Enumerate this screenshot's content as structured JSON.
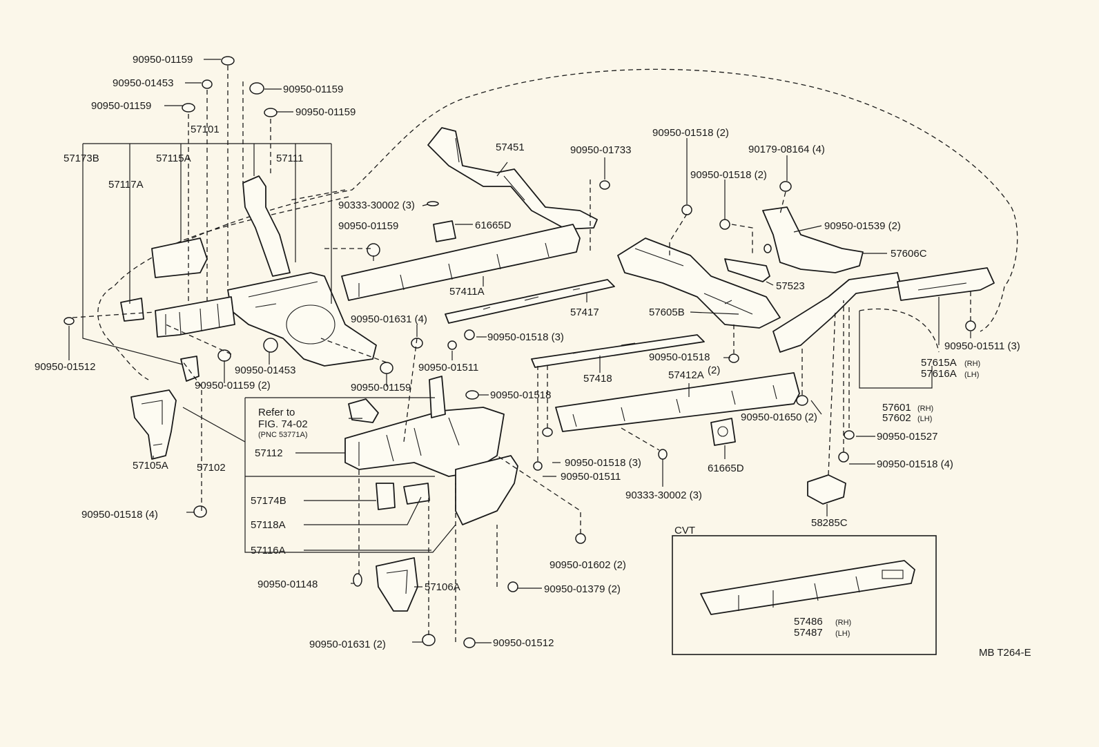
{
  "labels": {
    "p_57101": "57101",
    "p_57173b": "57173B",
    "p_57115a": "57115A",
    "p_57111": "57111",
    "p_57117a": "57117A",
    "p_57105a": "57105A",
    "p_57102": "57102",
    "p_57112": "57112",
    "p_57174b": "57174B",
    "p_57118a": "57118A",
    "p_57116a": "57116A",
    "p_57106a": "57106A",
    "p_57451": "57451",
    "p_57411a": "57411A",
    "p_61665d_1": "61665D",
    "p_57417": "57417",
    "p_57418": "57418",
    "p_57412a": "57412A",
    "p_61665d_2": "61665D",
    "p_57605b": "57605B",
    "p_57606c": "57606C",
    "p_57523": "57523",
    "p_57615a": "57615A",
    "p_57616a": "57616A",
    "p_57601": "57601",
    "p_57602": "57602",
    "p_58285c": "58285C",
    "p_57486": "57486",
    "p_57487": "57487",
    "rh_1": "(RH)",
    "lh_1": "(LH)",
    "rh_2": "(RH)",
    "lh_2": "(LH)",
    "rh_3": "(RH)",
    "lh_3": "(LH)",
    "c_01159_a": "90950-01159",
    "c_01453_a": "90950-01453",
    "c_01159_b": "90950-01159",
    "c_01159_c": "90950-01159",
    "c_01159_d": "90950-01159",
    "c_01512_a": "90950-01512",
    "c_01159_e": "90950-01159 (2)",
    "c_01453_b": "90950-01453",
    "c_01159_f": "90950-01159",
    "c_01518_a": "90950-01518 (4)",
    "c_01518_b": "90950-01518",
    "c_01148": "90950-01148",
    "c_01631_a": "90950-01631 (2)",
    "c_01512_b": "90950-01512",
    "c_01379": "90950-01379 (2)",
    "c_01602": "90950-01602 (2)",
    "c_30002_a": "90333-30002 (3)",
    "c_01159_g": "90950-01159",
    "c_01631_b": "90950-01631 (4)",
    "c_01518_c": "90950-01518 (3)",
    "c_01511_a": "90950-01511",
    "c_01733": "90950-01733",
    "c_01518_d": "90950-01518 (2)",
    "c_08164": "90179-08164 (4)",
    "c_01518_e": "90950-01518 (2)",
    "c_01539": "90950-01539 (2)",
    "c_01518_f": "90950-01518",
    "c_01518_f_qty": "(2)",
    "c_01518_g": "90950-01518 (3)",
    "c_01511_b": "90950-01511",
    "c_30002_b": "90333-30002 (3)",
    "c_01650": "90950-01650 (2)",
    "c_01511_c": "90950-01511 (3)",
    "c_01527": "90950-01527",
    "c_01518_h": "90950-01518 (4)",
    "refer_line1": "Refer to",
    "refer_line2": "FIG. 74-02",
    "refer_line3": "(PNC 53771A)",
    "cvt_title": "CVT",
    "diagram_code": "MB T264-E"
  }
}
